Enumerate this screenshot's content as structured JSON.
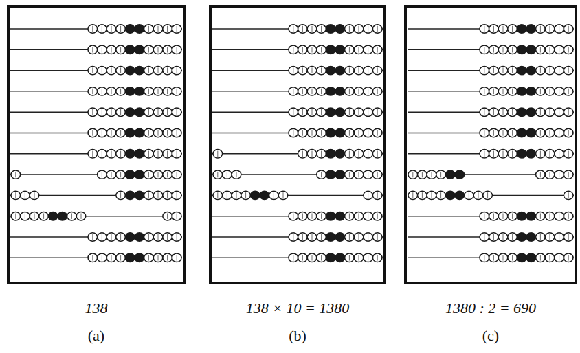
{
  "diagram": {
    "labels": [
      "138",
      "(a)",
      "138 × 10 = 1380",
      "(b)",
      "1380 : 2 = 690",
      "(c)"
    ]
  }
}
